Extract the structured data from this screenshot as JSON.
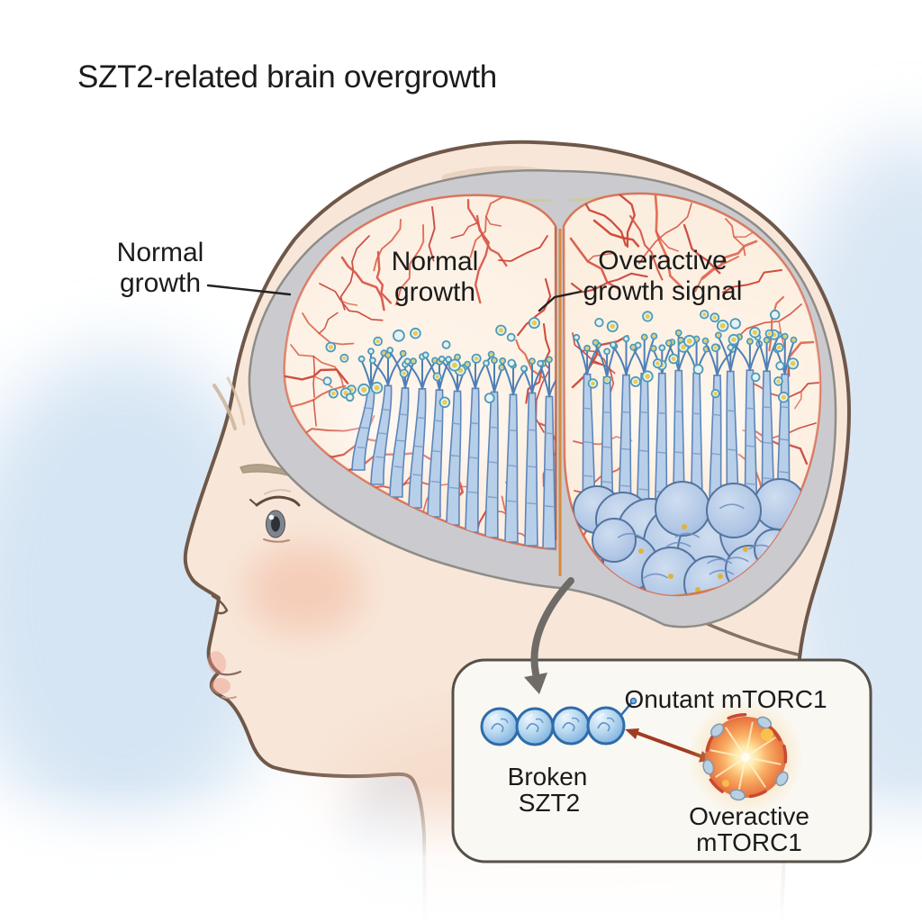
{
  "title": "SZT2-related brain overgrowth",
  "callouts": {
    "outer_left": {
      "line1": "Normal",
      "line2": "growth"
    },
    "left_hemisphere": {
      "line1": "Normal",
      "line2": "growth"
    },
    "right_hemisphere": {
      "line1": "Overactive",
      "line2": "growth signal"
    }
  },
  "inset": {
    "mutant_label": "Onutant mTORC1",
    "broken_protein": {
      "line1": "Broken",
      "line2": "SZT2"
    },
    "overactive_complex": {
      "line1": "Overactive",
      "line2": "mTORC1"
    }
  },
  "palette": {
    "background": "#ffffff",
    "background_blue": "#d6e4f3",
    "skin": "#f8e7d9",
    "outline_brown": "#6f584a",
    "skull_gray": "#cbcbcf",
    "brain_cream": "#fcefe2",
    "vessel_red": "#d8574a",
    "column_blue": "#b8cfe9",
    "column_stroke": "#5d85ba",
    "overgrowth_blue": "#a5bede",
    "neuron_ring_teal": "#4f9ab5",
    "neuron_core_yellow": "#e9cb52",
    "midline_orange": "#d98a3b",
    "text": "#1b1b1b",
    "panel_bg": "#faf8f2",
    "panel_border": "#55504a",
    "chain_blue": "#7fb3e0",
    "chain_stroke": "#2e6cab",
    "arrow_red": "#a03c22",
    "arrow_gray": "#6f6b67",
    "cell_orange": "#ef8c4c",
    "cell_rim_red": "#c84a30"
  }
}
